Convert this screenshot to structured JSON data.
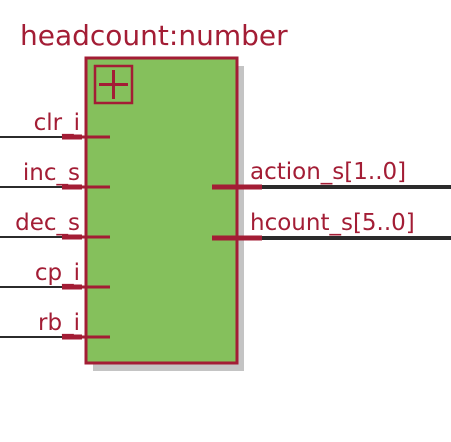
{
  "block": {
    "name": "headcount:number",
    "body_color": "#85c05c",
    "border_color": "#a31d35",
    "shadow_color": "#c4c4c4",
    "expand_icon": "plus-icon"
  },
  "ports": {
    "inputs": [
      {
        "label": "clr_i"
      },
      {
        "label": "inc_s"
      },
      {
        "label": "dec_s"
      },
      {
        "label": "cp_i"
      },
      {
        "label": "rb_i"
      }
    ],
    "outputs": [
      {
        "label": "action_s[1..0]",
        "bus": true
      },
      {
        "label": "hcount_s[5..0]",
        "bus": true
      }
    ]
  },
  "colors": {
    "pin": "#a31d35",
    "wire": "#2b2b2b",
    "text": "#a31d35"
  }
}
